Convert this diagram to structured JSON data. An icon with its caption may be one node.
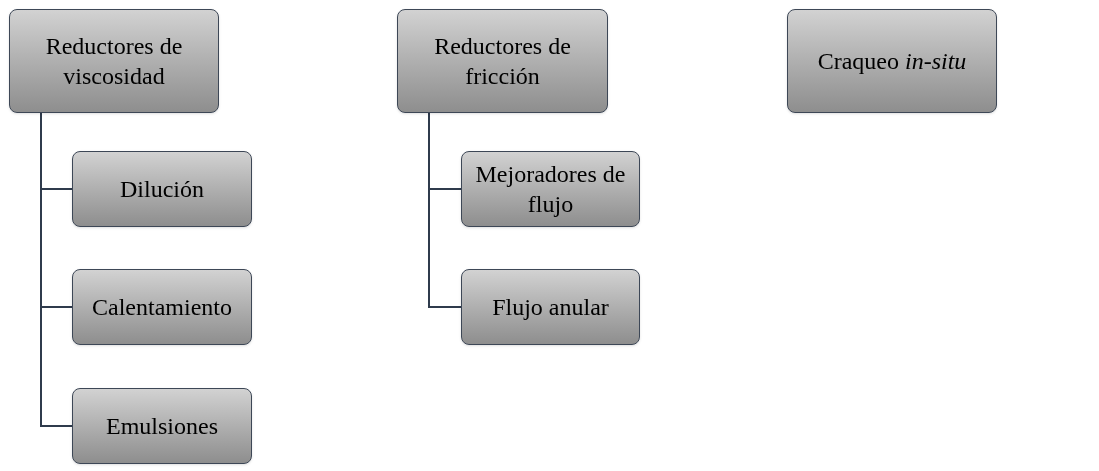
{
  "diagram": {
    "nodes": [
      {
        "text": [
          "Reductores de viscosidad"
        ]
      },
      {
        "text": [
          "Reductores de fricción"
        ]
      },
      {
        "text": [
          "Craqueo *in-situ*"
        ]
      },
      {
        "text": [
          "Dilución"
        ]
      },
      {
        "text": [
          "Calentamiento"
        ]
      },
      {
        "text": [
          "Emulsiones"
        ]
      },
      {
        "text": [
          "Mejoradores de flujo"
        ]
      },
      {
        "text": [
          "Flujo anular"
        ]
      }
    ],
    "edges": [
      {
        "from": 0,
        "to": 3,
        "arrow": "none"
      },
      {
        "from": 0,
        "to": 4,
        "arrow": "none"
      },
      {
        "from": 0,
        "to": 5,
        "arrow": "none"
      },
      {
        "from": 1,
        "to": 6,
        "arrow": "none"
      },
      {
        "from": 1,
        "to": 7,
        "arrow": "none"
      }
    ]
  }
}
